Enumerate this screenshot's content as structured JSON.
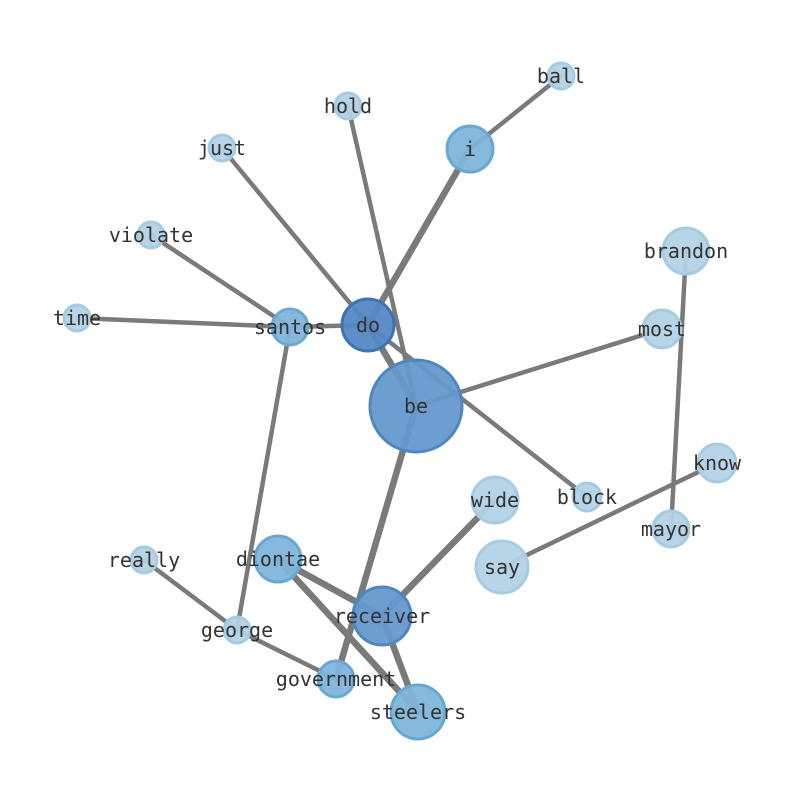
{
  "graph": {
    "nodes": [
      {
        "id": "be",
        "label": "be",
        "level": 4
      },
      {
        "id": "do",
        "label": "do",
        "level": 5
      },
      {
        "id": "receiver",
        "label": "receiver",
        "level": 4
      },
      {
        "id": "steelers",
        "label": "steelers",
        "level": 3
      },
      {
        "id": "diontae",
        "label": "diontae",
        "level": 3
      },
      {
        "id": "i",
        "label": "i",
        "level": 3
      },
      {
        "id": "santos",
        "label": "santos",
        "level": 3
      },
      {
        "id": "government",
        "label": "government",
        "level": 3
      },
      {
        "id": "wide",
        "label": "wide",
        "level": 1
      },
      {
        "id": "say",
        "label": "say",
        "level": 1
      },
      {
        "id": "brandon",
        "label": "brandon",
        "level": 1
      },
      {
        "id": "most",
        "label": "most",
        "level": 1
      },
      {
        "id": "know",
        "label": "know",
        "level": 1
      },
      {
        "id": "mayor",
        "label": "mayor",
        "level": 1
      },
      {
        "id": "block",
        "label": "block",
        "level": 1
      },
      {
        "id": "really",
        "label": "really",
        "level": 1
      },
      {
        "id": "george",
        "label": "george",
        "level": 1
      },
      {
        "id": "time",
        "label": "time",
        "level": 1
      },
      {
        "id": "violate",
        "label": "violate",
        "level": 1
      },
      {
        "id": "just",
        "label": "just",
        "level": 1
      },
      {
        "id": "hold",
        "label": "hold",
        "level": 1
      },
      {
        "id": "ball",
        "label": "ball",
        "level": 1
      }
    ],
    "edges": [
      {
        "source": "be",
        "target": "do",
        "weight": 3
      },
      {
        "source": "be",
        "target": "hold",
        "weight": 2
      },
      {
        "source": "be",
        "target": "most",
        "weight": 2
      },
      {
        "source": "be",
        "target": "government",
        "weight": 3
      },
      {
        "source": "do",
        "target": "i",
        "weight": 3
      },
      {
        "source": "do",
        "target": "just",
        "weight": 2
      },
      {
        "source": "do",
        "target": "santos",
        "weight": 2
      },
      {
        "source": "do",
        "target": "block",
        "weight": 2
      },
      {
        "source": "i",
        "target": "ball",
        "weight": 2
      },
      {
        "source": "santos",
        "target": "time",
        "weight": 2
      },
      {
        "source": "santos",
        "target": "violate",
        "weight": 2
      },
      {
        "source": "santos",
        "target": "george",
        "weight": 2
      },
      {
        "source": "george",
        "target": "really",
        "weight": 2
      },
      {
        "source": "george",
        "target": "government",
        "weight": 2
      },
      {
        "source": "brandon",
        "target": "mayor",
        "weight": 2
      },
      {
        "source": "say",
        "target": "know",
        "weight": 2
      },
      {
        "source": "receiver",
        "target": "wide",
        "weight": 3
      },
      {
        "source": "receiver",
        "target": "diontae",
        "weight": 3
      },
      {
        "source": "receiver",
        "target": "steelers",
        "weight": 3
      },
      {
        "source": "diontae",
        "target": "steelers",
        "weight": 3
      }
    ],
    "colors": {
      "level1_fill": "#b4d3e6",
      "level1_stroke": "#a6cbe2",
      "level3_fill": "#7fb5da",
      "level3_stroke": "#6aa8d4",
      "level4_fill": "#6699cc",
      "level4_stroke": "#4f88c0",
      "level5_fill": "#5588c4",
      "level5_stroke": "#3f74b0",
      "edge": "#7a7a7a"
    }
  }
}
